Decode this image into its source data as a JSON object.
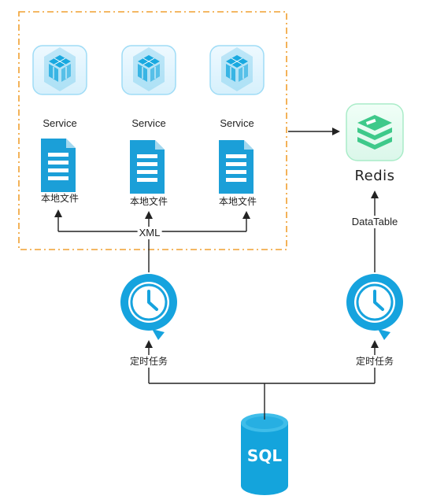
{
  "services": [
    {
      "label": "Service",
      "file_label": "本地文件"
    },
    {
      "label": "Service",
      "file_label": "本地文件"
    },
    {
      "label": "Service",
      "file_label": "本地文件"
    }
  ],
  "redis": {
    "label": "Redis"
  },
  "edges": {
    "xml_label": "XML",
    "datatable_label": "DataTable"
  },
  "timers": [
    {
      "label": "定时任务"
    },
    {
      "label": "定时任务"
    }
  ],
  "database": {
    "label": "SQL"
  },
  "colors": {
    "service_icon": "#19a9e0",
    "file_icon": "#1b9fd8",
    "clock_icon": "#16a3de",
    "redis_icon": "#3ec98a",
    "sql_icon": "#14a4dc",
    "group_border": "#f0a030",
    "line": "#222222"
  }
}
